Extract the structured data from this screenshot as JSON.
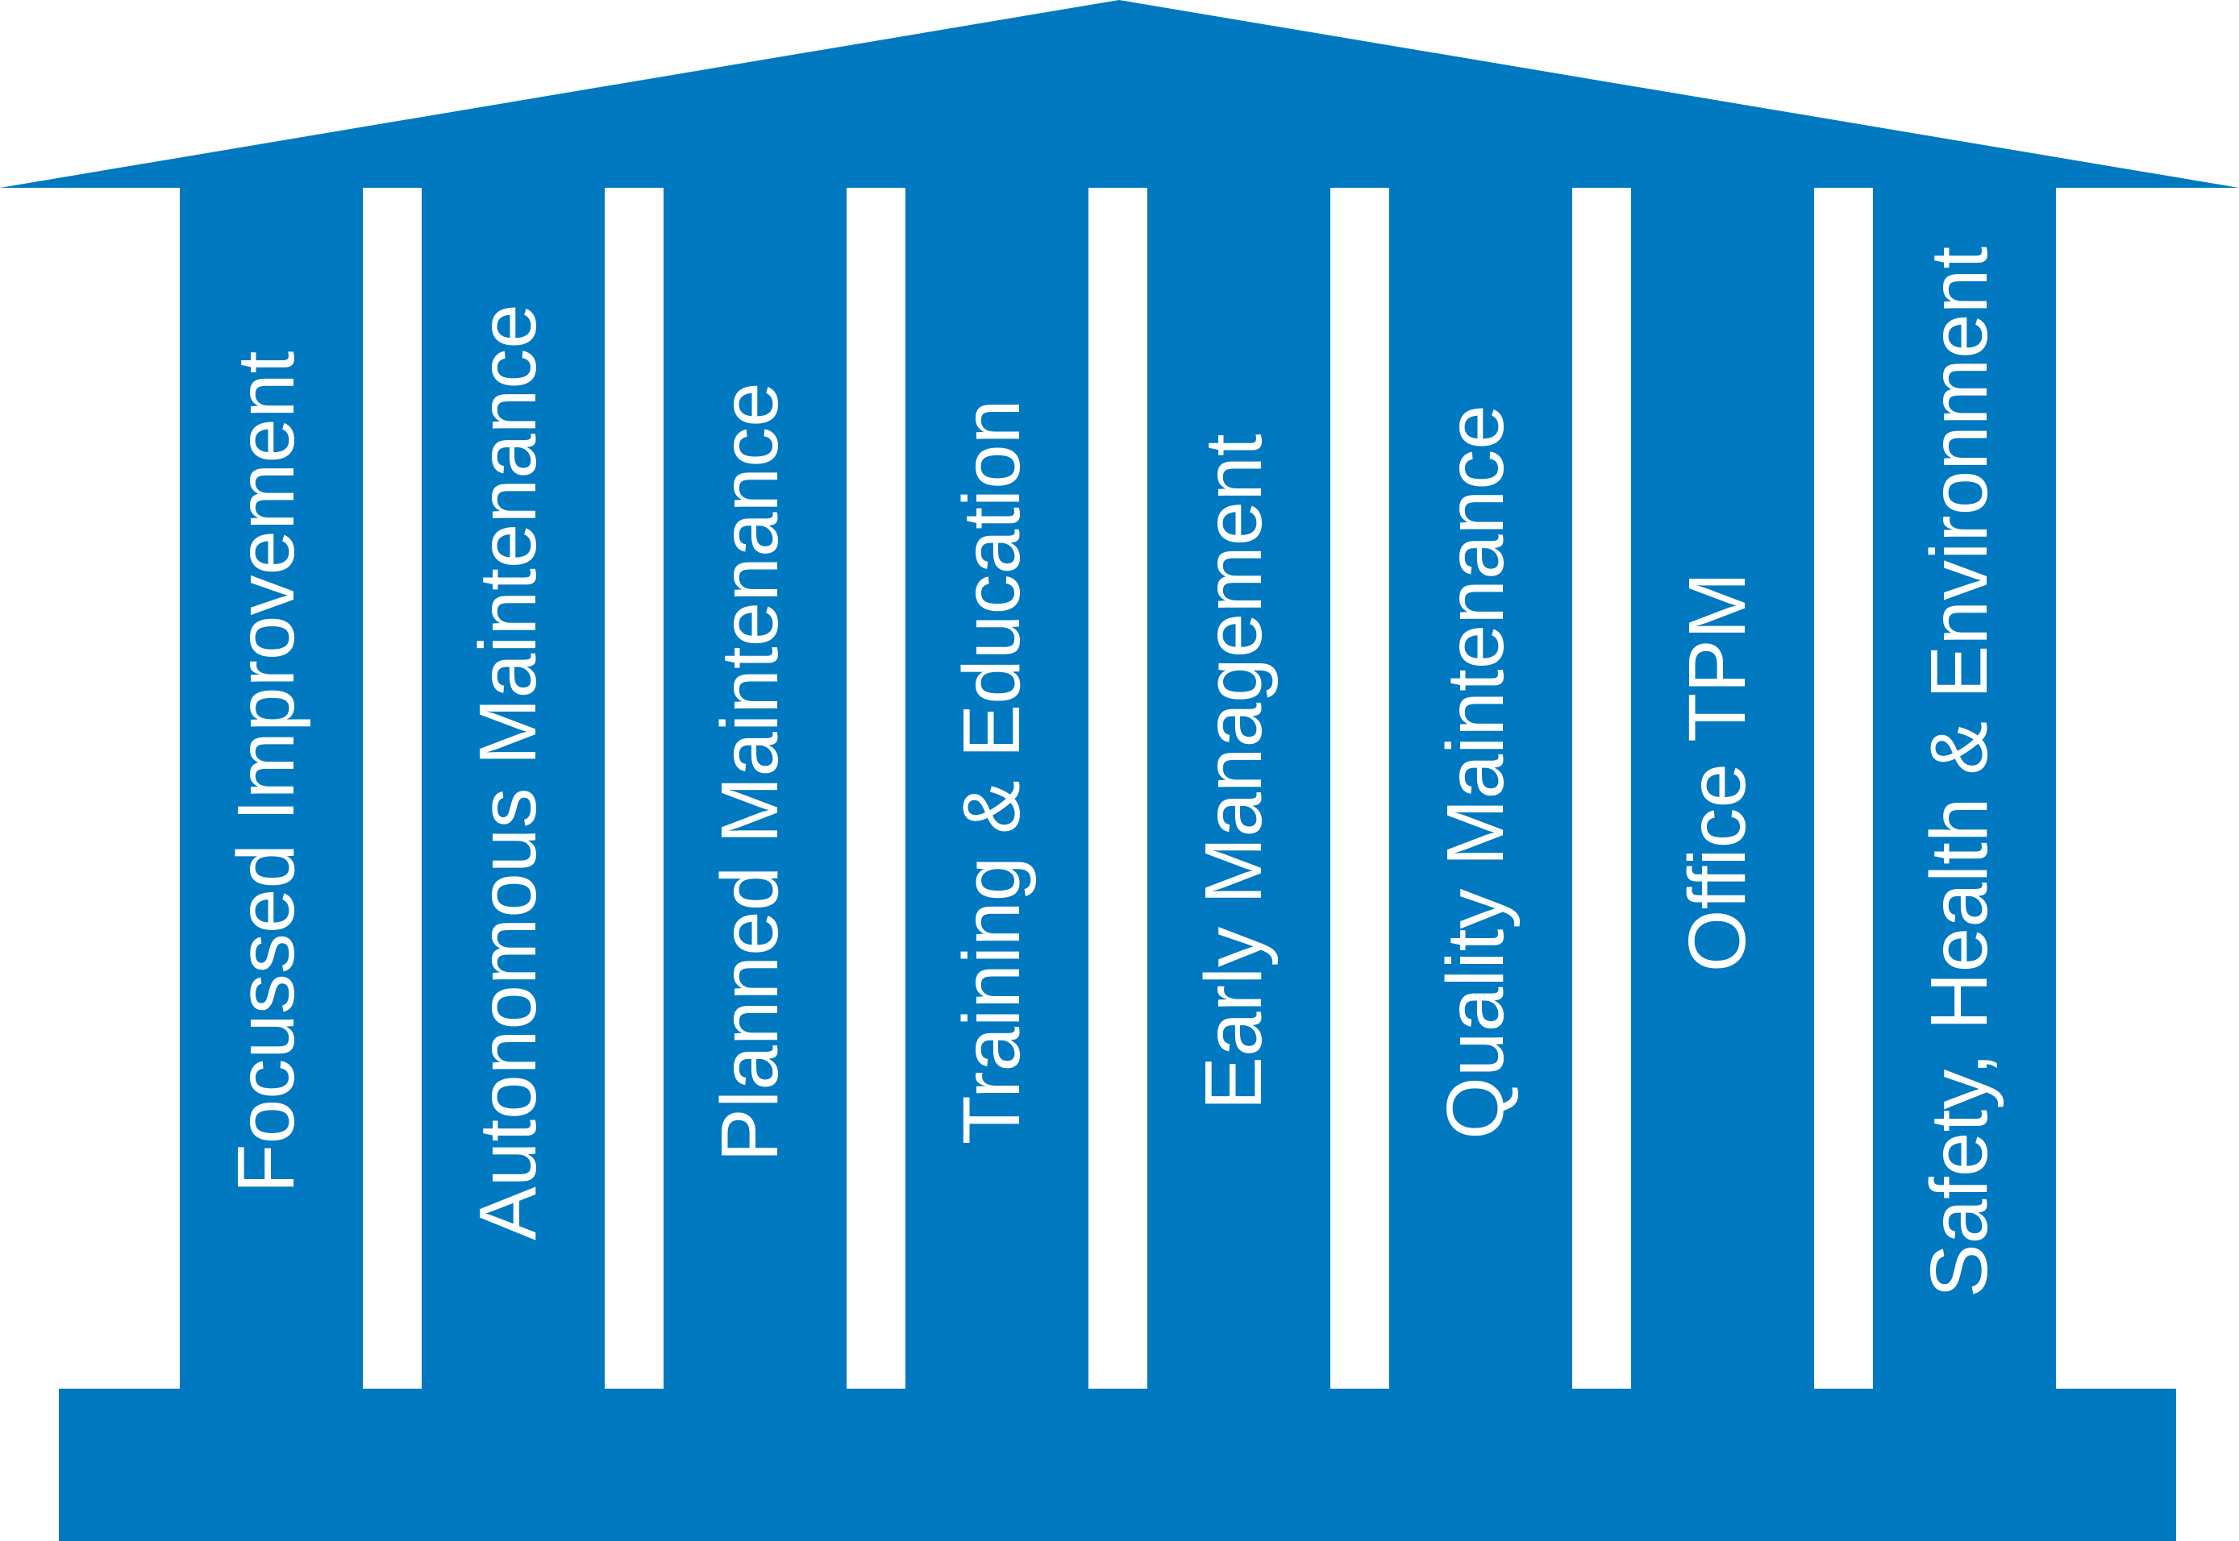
{
  "colors": {
    "structure": "#0079C1",
    "background": "#FFFFFF",
    "label_text": "#FFFFFF"
  },
  "pillars": [
    {
      "label": "Focussed Improvement"
    },
    {
      "label": "Autonomous Maintenance"
    },
    {
      "label": "Planned Maintenance"
    },
    {
      "label": "Training & Education"
    },
    {
      "label": "Early Management"
    },
    {
      "label": "Quality Maintenance"
    },
    {
      "label": "Office TPM"
    },
    {
      "label": "Safety, Health & Environment"
    }
  ]
}
